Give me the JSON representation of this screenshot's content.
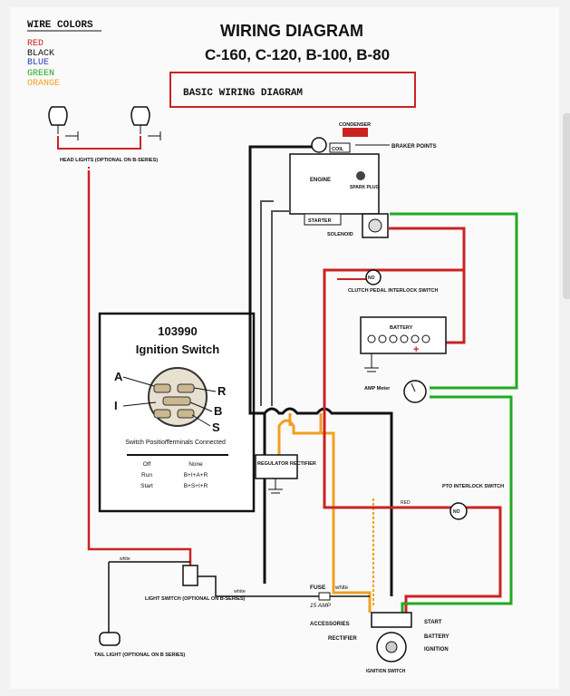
{
  "legend": {
    "title": "WIRE COLORS",
    "items": [
      {
        "label": "RED",
        "color": "#cc2222"
      },
      {
        "label": "BLACK",
        "color": "#111111"
      },
      {
        "label": "BLUE",
        "color": "#2a3fb0"
      },
      {
        "label": "GREEN",
        "color": "#22aa22"
      },
      {
        "label": "ORANGE",
        "color": "#f0a020"
      }
    ]
  },
  "header": {
    "title": "WIRING DIAGRAM",
    "models": "C-160, C-120, B-100, B-80",
    "subtitle": "BASIC WIRING DIAGRAM"
  },
  "ignition_box": {
    "part_number": "103990",
    "name": "Ignition Switch",
    "terminals": [
      "A",
      "R",
      "I",
      "B",
      "S"
    ],
    "table_headers": [
      "Switch Position",
      "Terminals Connected"
    ],
    "rows": [
      {
        "position": "Off",
        "connected": "None"
      },
      {
        "position": "Run",
        "connected": "B+I+A+R"
      },
      {
        "position": "Start",
        "connected": "B+S+I+R"
      }
    ]
  },
  "labels": {
    "condenser": "CONDENSER",
    "coil": "COIL",
    "braker_points": "BRAKER POINTS",
    "engine": "ENGINE",
    "spark_plug": "SPARK PLUG",
    "starter": "STARTER",
    "solenoid": "SOLENOID",
    "clutch_switch": "CLUTCH PEDAL INTERLOCK SWITCH",
    "battery": "BATTERY",
    "amp_meter": "AMP Meter",
    "regulator": "REGULATOR RECTIFIER",
    "pto_switch": "PTO INTERLOCK SWITCH",
    "head_lights": "HEAD LIGHTS (OPTIONAL ON B-SERIES)",
    "light_switch": "LIGHT SWITCH (OPTIONAL ON B-SERIES)",
    "tail_light": "TAIL LIGHT (OPTIONAL ON B SERIES)",
    "fuse": "FUSE",
    "fuse_rating": "15 AMP",
    "white": "white",
    "red": "RED",
    "accessories": "ACCESSORIES",
    "rectifier": "RECTIFIER",
    "start": "START",
    "battery_term": "BATTERY",
    "ignition": "IGNITION",
    "ignition_switch": "IGNITION SWITCH"
  }
}
